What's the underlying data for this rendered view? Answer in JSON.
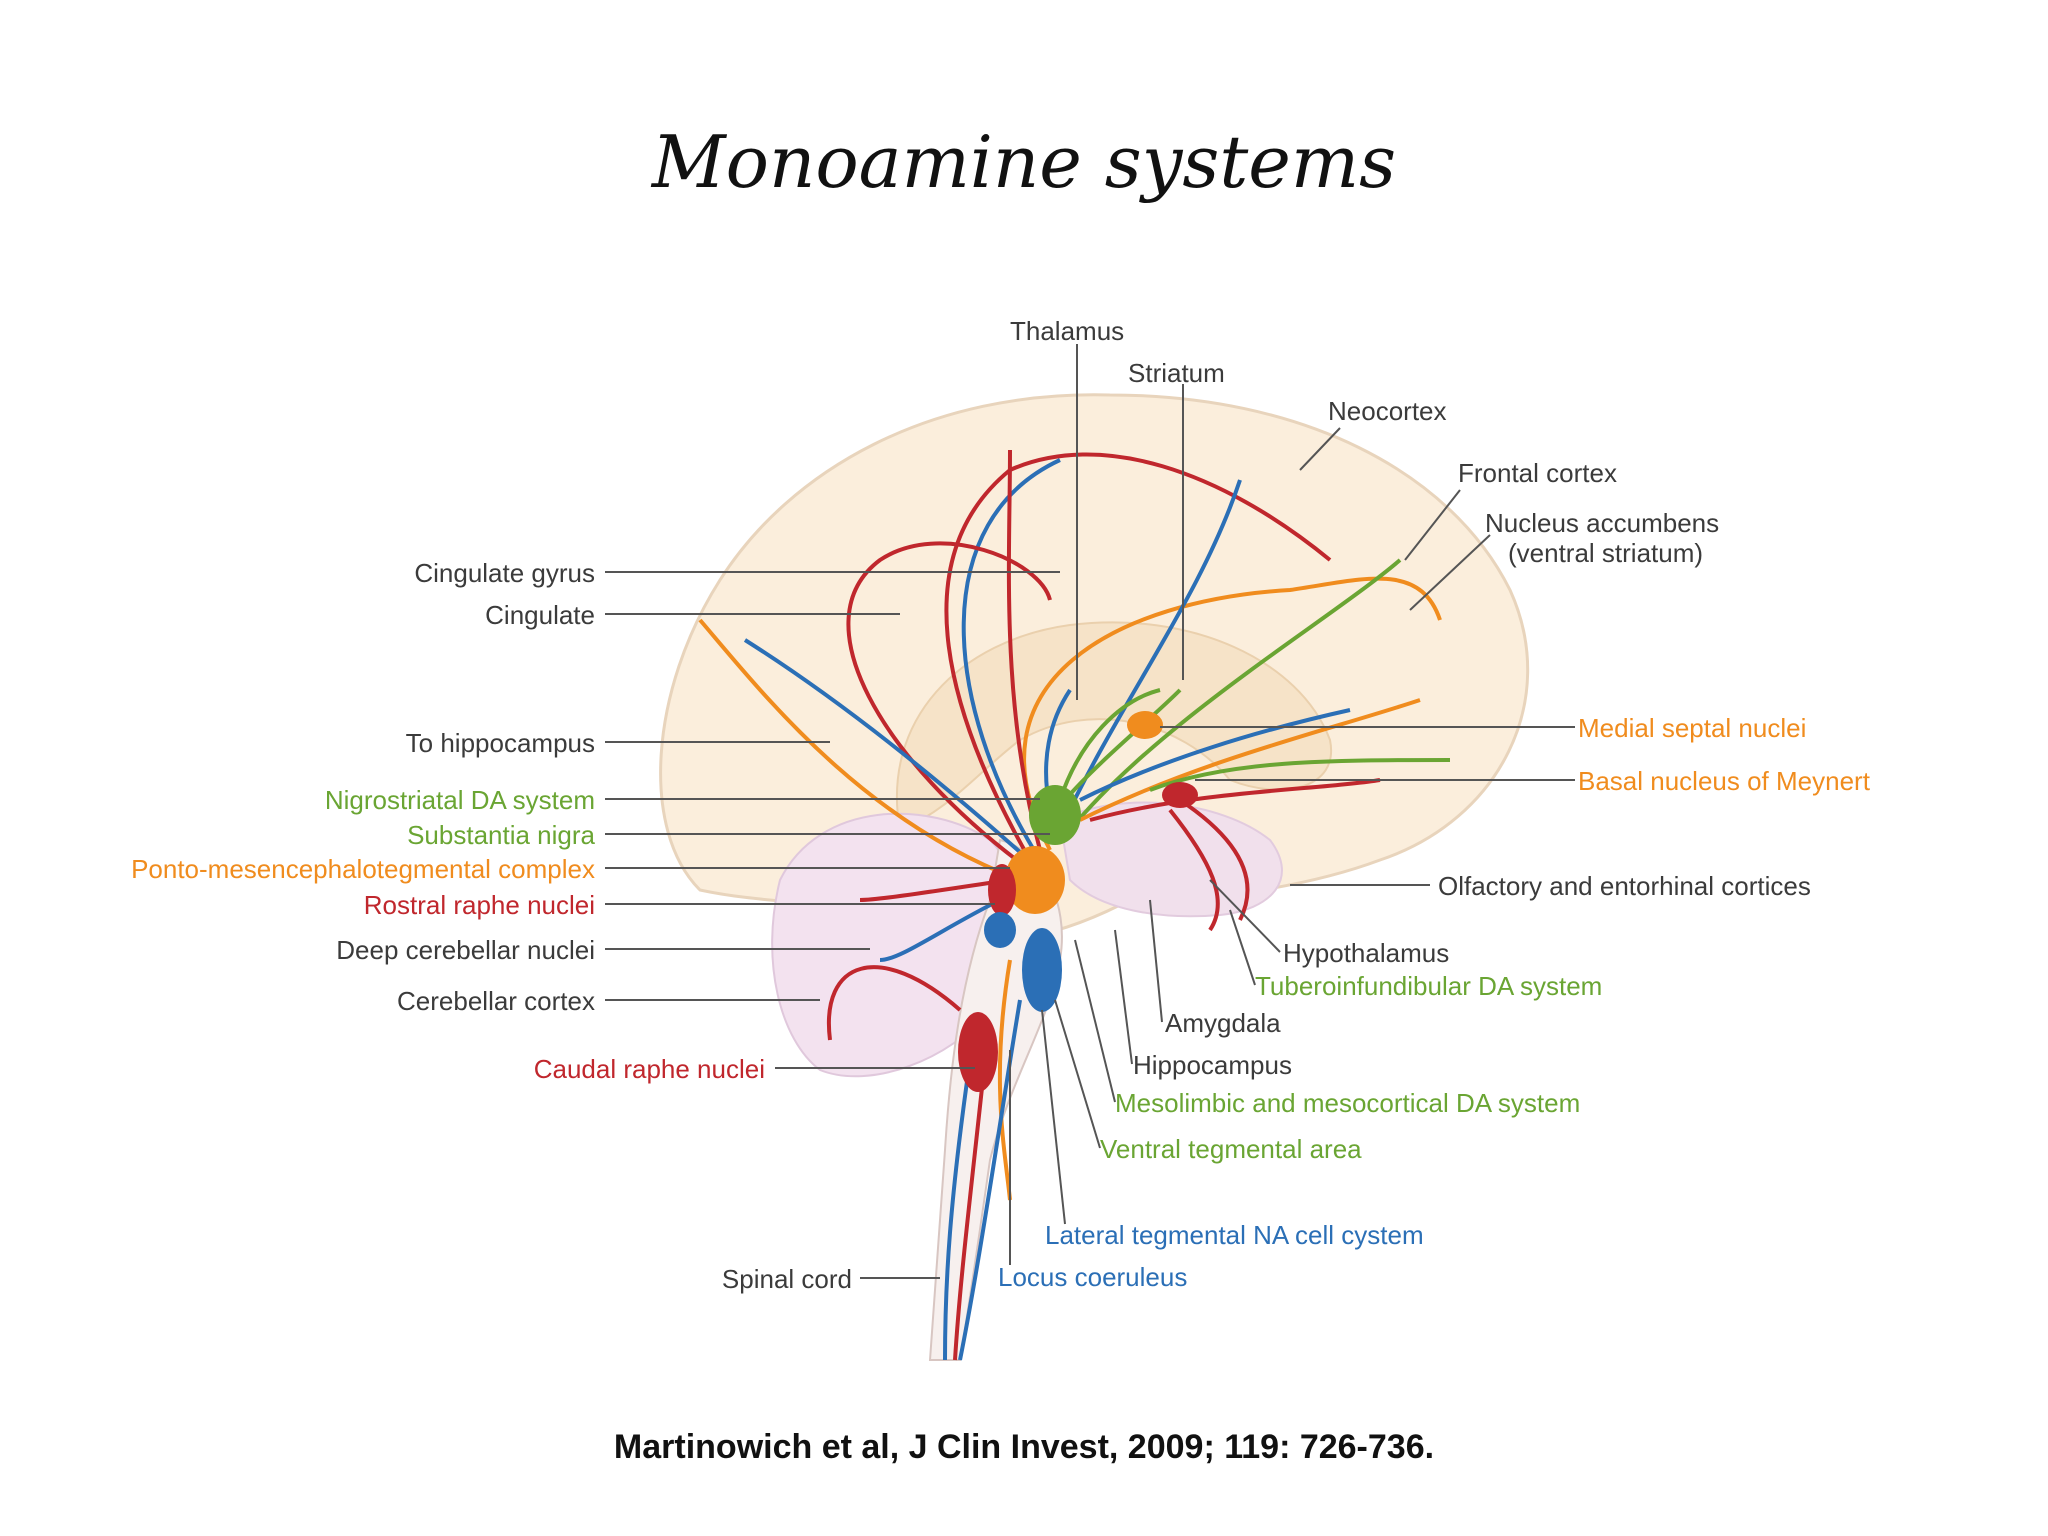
{
  "title": "Monoamine systems",
  "citation": "Martinowich et al, J Clin Invest, 2009; 119: 726-736.",
  "colors": {
    "brain_fill": "#fbeedc",
    "inner_fill": "#f6e3c8",
    "cerebellum_fill": "#f3e2ef",
    "label_dark": "#3b3b3b",
    "serotonin_red": "#c0272d",
    "noradrenaline_blue": "#2b6fb6",
    "acetylcholine_orange": "#f08c1e",
    "dopamine_green": "#6aa533",
    "leader_line": "#555555"
  },
  "labels": {
    "thalamus": "Thalamus",
    "striatum": "Striatum",
    "neocortex": "Neocortex",
    "frontal_cortex": "Frontal cortex",
    "nucleus_accumbens_1": "Nucleus accumbens",
    "nucleus_accumbens_2": "(ventral striatum)",
    "cingulate_gyrus": "Cingulate gyrus",
    "cingulate": "Cingulate",
    "to_hippocampus": "To hippocampus",
    "nigrostriatal": "Nigrostriatal DA system",
    "substantia_nigra": "Substantia nigra",
    "ponto": "Ponto-mesencephalotegmental complex",
    "rostral_raphe": "Rostral raphe nuclei",
    "deep_cerebellar": "Deep cerebellar nuclei",
    "cerebellar_cortex": "Cerebellar cortex",
    "caudal_raphe": "Caudal raphe nuclei",
    "spinal_cord": "Spinal cord",
    "medial_septal": "Medial septal nuclei",
    "basal_nucleus": "Basal nucleus of Meynert",
    "olfactory": "Olfactory and entorhinal cortices",
    "hypothalamus": "Hypothalamus",
    "tuberoinfundibular": "Tuberoinfundibular DA system",
    "amygdala": "Amygdala",
    "hippocampus": "Hippocampus",
    "mesolimbic": "Mesolimbic and mesocortical DA system",
    "ventral_tegmental": "Ventral tegmental area",
    "lateral_tegmental": "Lateral tegmental NA cell cystem",
    "locus_coeruleus": "Locus coeruleus"
  }
}
